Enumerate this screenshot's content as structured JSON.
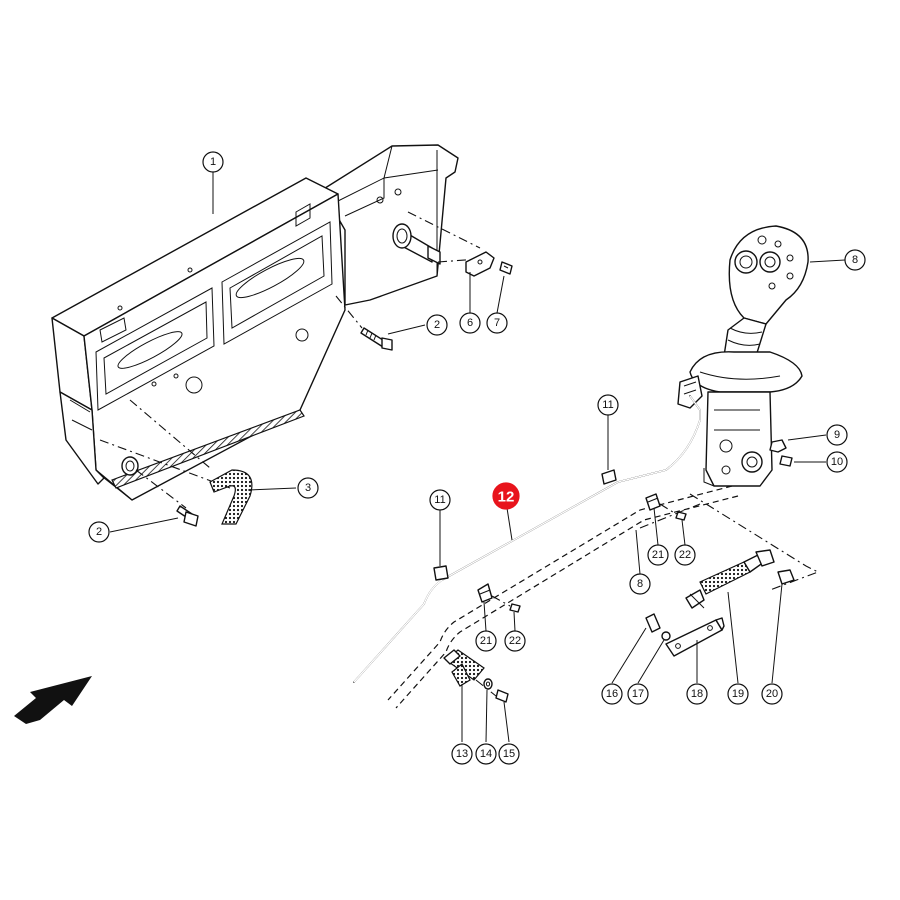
{
  "diagram": {
    "callouts": [
      {
        "label": "1"
      },
      {
        "label": "2"
      },
      {
        "label": "2"
      },
      {
        "label": "3"
      },
      {
        "label": "6"
      },
      {
        "label": "7"
      },
      {
        "label": "8"
      },
      {
        "label": "8"
      },
      {
        "label": "9"
      },
      {
        "label": "10"
      },
      {
        "label": "11"
      },
      {
        "label": "11"
      },
      {
        "label": "12",
        "highlighted": true
      },
      {
        "label": "13"
      },
      {
        "label": "14"
      },
      {
        "label": "15"
      },
      {
        "label": "16"
      },
      {
        "label": "17"
      },
      {
        "label": "18"
      },
      {
        "label": "19"
      },
      {
        "label": "20"
      },
      {
        "label": "21"
      },
      {
        "label": "21"
      },
      {
        "label": "22"
      },
      {
        "label": "22"
      }
    ],
    "highlight_color": "#e8141c",
    "direction_indicator": "arrow-icon"
  }
}
